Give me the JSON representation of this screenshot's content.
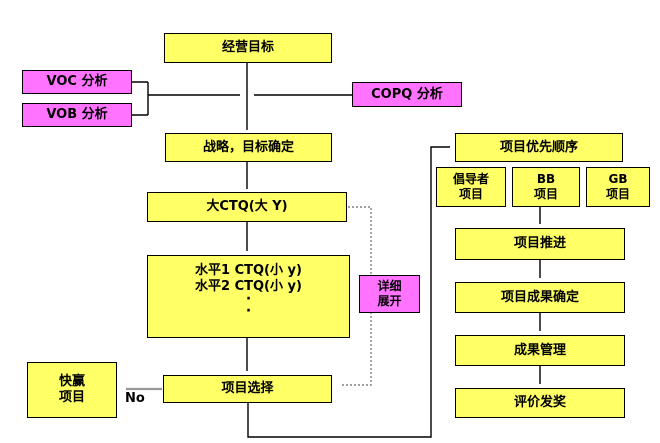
{
  "diagram": {
    "title_semantic": "six-sigma-project-selection-flowchart",
    "colors": {
      "node_yellow": "#FFFF66",
      "node_pink": "#FF73FF",
      "border": "#000000",
      "line": "#000000",
      "gray_line": "#8c8c8c",
      "background": "#ffffff"
    },
    "nodes": {
      "business_goal": {
        "label": "经营目标"
      },
      "voc": {
        "label": "VOC 分析"
      },
      "vob": {
        "label": "VOB 分析"
      },
      "copq": {
        "label": "COPQ 分析"
      },
      "strategy": {
        "label": "战略，目标确定"
      },
      "big_ctq": {
        "label": "大CTQ(大 Y)"
      },
      "ctq_levels": {
        "line1": "水平1 CTQ(小 y)",
        "line2": "水平2 CTQ(小 y)",
        "dot1": "·",
        "dot2": "·"
      },
      "detail_expand": {
        "line1": "详细",
        "line2": "展开"
      },
      "project_select": {
        "label": "项目选择"
      },
      "quick_win": {
        "line1": "快赢",
        "line2": "项目"
      },
      "priority": {
        "label": "项目优先顺序"
      },
      "champion": {
        "line1": "倡导者",
        "line2": "项目"
      },
      "bb": {
        "line1": "BB",
        "line2": "项目"
      },
      "gb": {
        "line1": "GB",
        "line2": "项目"
      },
      "promote": {
        "label": "项目推进"
      },
      "outcome": {
        "label": "项目成果确定"
      },
      "result_mgmt": {
        "label": "成果管理"
      },
      "award": {
        "label": "评价发奖"
      }
    },
    "labels": {
      "no_branch": "No"
    }
  }
}
